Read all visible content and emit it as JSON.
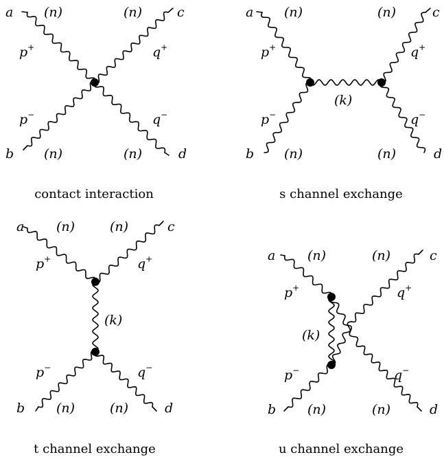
{
  "diagrams": [
    {
      "caption": "contact interaction",
      "corners": {
        "a": "a",
        "b": "b",
        "c": "c",
        "d": "d"
      },
      "momenta": {
        "p_plus": "p",
        "p_plus_sup": "+",
        "p_minus": "p",
        "p_minus_sup": "−",
        "q_plus": "q",
        "q_plus_sup": "+",
        "q_minus": "q",
        "q_minus_sup": "−"
      },
      "n_labels": [
        "(n)",
        "(n)",
        "(n)",
        "(n)"
      ]
    },
    {
      "caption": "s channel exchange",
      "corners": {
        "a": "a",
        "b": "b",
        "c": "c",
        "d": "d"
      },
      "momenta": {
        "p_plus": "p",
        "p_plus_sup": "+",
        "p_minus": "p",
        "p_minus_sup": "−",
        "q_plus": "q",
        "q_plus_sup": "+",
        "q_minus": "q",
        "q_minus_sup": "−"
      },
      "n_labels": [
        "(n)",
        "(n)",
        "(n)",
        "(n)"
      ],
      "propagator": "(k)"
    },
    {
      "caption": "t channel exchange",
      "corners": {
        "a": "a",
        "b": "b",
        "c": "c",
        "d": "d"
      },
      "momenta": {
        "p_plus": "p",
        "p_plus_sup": "+",
        "p_minus": "p",
        "p_minus_sup": "−",
        "q_plus": "q",
        "q_plus_sup": "+",
        "q_minus": "q",
        "q_minus_sup": "−"
      },
      "n_labels": [
        "(n)",
        "(n)",
        "(n)",
        "(n)"
      ],
      "propagator": "(k)"
    },
    {
      "caption": "u channel exchange",
      "corners": {
        "a": "a",
        "b": "b",
        "c": "c",
        "d": "d"
      },
      "momenta": {
        "p_plus": "p",
        "p_plus_sup": "+",
        "p_minus": "p",
        "p_minus_sup": "−",
        "q_plus": "q",
        "q_plus_sup": "+",
        "q_minus": "q",
        "q_minus_sup": "−"
      },
      "n_labels": [
        "(n)",
        "(n)",
        "(n)",
        "(n)"
      ],
      "propagator": "(k)"
    }
  ]
}
